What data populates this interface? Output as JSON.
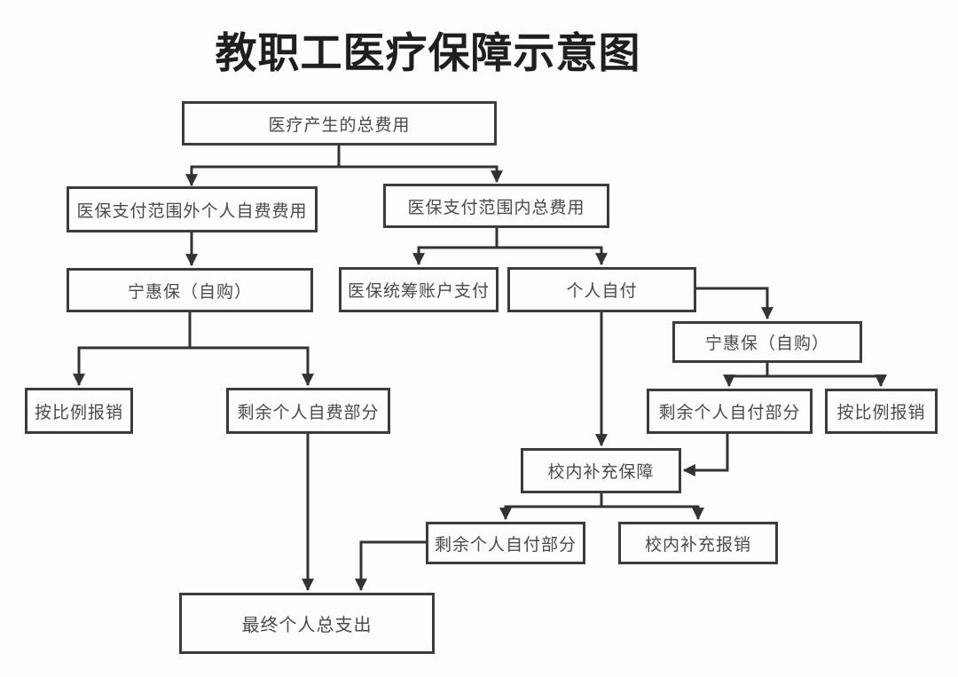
{
  "title": "教职工医疗保障示意图",
  "colors": {
    "background": "#fdfdfd",
    "box_border": "#3c3c3c",
    "connector_line": "#333333",
    "box_text": "#4a4a4a",
    "title_text": "#1f1f1f"
  },
  "nodes": {
    "total_cost": {
      "label": "医疗产生的总费用"
    },
    "outside_scope": {
      "label": "医保支付范围外个人自费费用"
    },
    "inside_scope": {
      "label": "医保支付范围内总费用"
    },
    "ninghuibao_left": {
      "label": "宁惠保（自购）"
    },
    "pooled_account": {
      "label": "医保统筹账户支付"
    },
    "self_pay": {
      "label": "个人自付"
    },
    "ninghuibao_right": {
      "label": "宁惠保（自购）"
    },
    "proportional_left": {
      "label": "按比例报销"
    },
    "remaining_self_fee": {
      "label": "剩余个人自费部分"
    },
    "remaining_self_pay_right": {
      "label": "剩余个人自付部分"
    },
    "proportional_right": {
      "label": "按比例报销"
    },
    "campus_supplement": {
      "label": "校内补充保障"
    },
    "remaining_self_pay_bottom": {
      "label": "剩余个人自付部分"
    },
    "campus_reimburse": {
      "label": "校内补充报销"
    },
    "final_total": {
      "label": "最终个人总支出"
    }
  },
  "edges": [
    {
      "from": "total_cost",
      "to": "outside_scope"
    },
    {
      "from": "total_cost",
      "to": "inside_scope"
    },
    {
      "from": "outside_scope",
      "to": "ninghuibao_left"
    },
    {
      "from": "ninghuibao_left",
      "to": "proportional_left"
    },
    {
      "from": "ninghuibao_left",
      "to": "remaining_self_fee"
    },
    {
      "from": "remaining_self_fee",
      "to": "final_total"
    },
    {
      "from": "inside_scope",
      "to": "pooled_account"
    },
    {
      "from": "inside_scope",
      "to": "self_pay"
    },
    {
      "from": "self_pay",
      "to": "ninghuibao_right"
    },
    {
      "from": "self_pay",
      "to": "campus_supplement"
    },
    {
      "from": "ninghuibao_right",
      "to": "remaining_self_pay_right"
    },
    {
      "from": "ninghuibao_right",
      "to": "proportional_right"
    },
    {
      "from": "remaining_self_pay_right",
      "to": "campus_supplement"
    },
    {
      "from": "campus_supplement",
      "to": "remaining_self_pay_bottom"
    },
    {
      "from": "campus_supplement",
      "to": "campus_reimburse"
    },
    {
      "from": "remaining_self_pay_bottom",
      "to": "final_total"
    }
  ]
}
